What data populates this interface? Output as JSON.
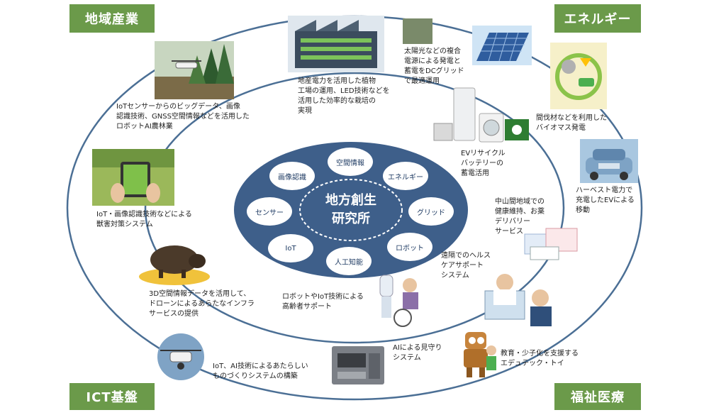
{
  "corners": {
    "top_left": "地域産業",
    "top_right": "エネルギー",
    "bottom_left": "ICT基盤",
    "bottom_right": "福祉医療"
  },
  "center": {
    "line1": "地方創生",
    "line2": "研究所",
    "ovals": [
      "空間情報",
      "エネルギー",
      "グリッド",
      "ロボット",
      "人工知能",
      "IoT",
      "センサー",
      "画像認識"
    ]
  },
  "captions": {
    "plant_factory": "地産電力を活用した植物\n工場の運用、LED技術などを\n活用した効率的な栽培の\n実現",
    "solar": "太陽光などの複合\n電源による発電と\n蓄電をDCグリッド\nで最適運用",
    "biomass": "間伐材などを利用した\nバイオマス発電",
    "iot_forestry": "IoTセンサーからのビッグデータ、画像\n認識技術、GNSS空間情報などを活用した\nロボットAI農林業",
    "ev_battery": "EVリサイクル\nバッテリーの\n蓄電活用",
    "harvest_ev": "ハーベスト電力で\n充電したEVによる\n移動",
    "pest_control": "IoT・画像認識技術などによる\n獣害対策システム",
    "delivery": "中山間地域での\n健康維持、お薬\nデリバリー\nサービス",
    "healthcare": "遠隔でのヘルス\nケアサポート\nシステム",
    "drone_infra": "3D空間情報データを活用して、\nドローンによるあらたなインフラ\nサービスの提供",
    "elderly_robot": "ロボットやIoT技術による\n高齢者サポート",
    "ai_watch": "AIによる見守り\nシステム",
    "edutech": "教育・少子化を支援する\nエデュテック・トイ",
    "manufacturing": "IoT、AI技術によるあたらしい\nものづくりシステムの構築"
  },
  "colors": {
    "corner_green": "#6b9a4a",
    "oval_blue": "#3e5f8a",
    "small_oval": "#ffffff",
    "ring_stroke": "#4b6f95"
  }
}
